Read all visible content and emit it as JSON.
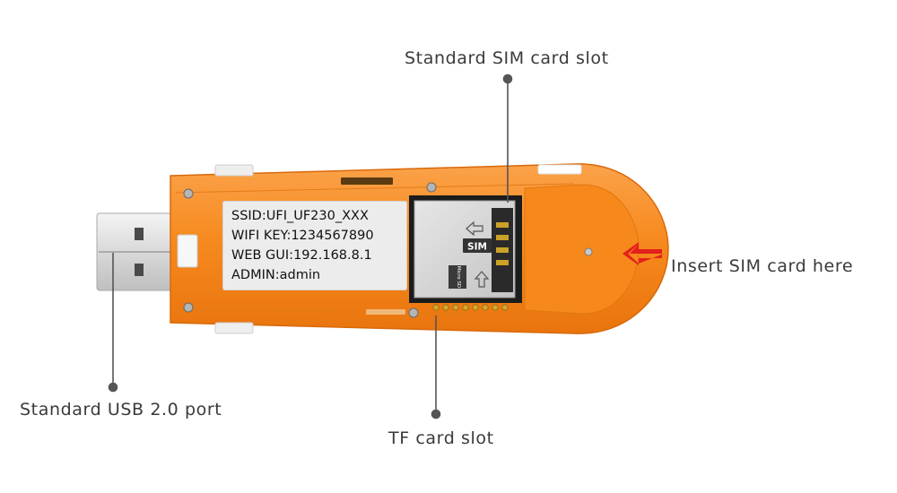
{
  "callouts": {
    "sim_slot": "Standard SIM card slot",
    "insert_sim": "Insert SIM card here",
    "usb_port": "Standard USB 2.0 port",
    "tf_slot": "TF card slot"
  },
  "sticker": {
    "ssid": "SSID:UFI_UF230_XXX",
    "wifi_key": "WIFI KEY:1234567890",
    "web_gui": "WEB GUI:192.168.8.1",
    "admin": "ADMIN:admin"
  },
  "tray_labels": {
    "sim": "SIM",
    "micro_sd": "Micro SD"
  },
  "colors": {
    "body": "#f68a1e",
    "arrow": "#e3201b",
    "leader": "#555555"
  }
}
